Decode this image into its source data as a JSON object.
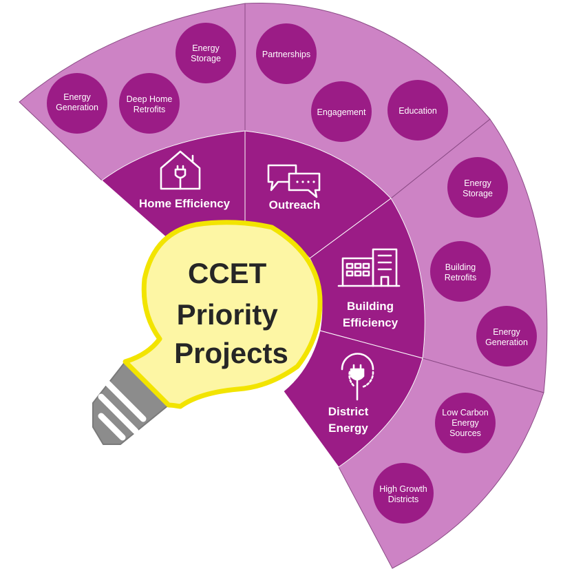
{
  "title": {
    "line1": "CCET",
    "line2": "Priority",
    "line3": "Projects"
  },
  "colors": {
    "outer": "#cd83c5",
    "inner": "#9b1c86",
    "bulb": "#fdf6a4",
    "bulb_outline": "#f2e400",
    "base": "#8c8c8c"
  },
  "sectors": [
    {
      "label": "Home Efficiency",
      "icon": "house-plug-icon",
      "items": [
        {
          "lines": [
            "Energy",
            "Generation"
          ]
        },
        {
          "lines": [
            "Deep Home",
            "Retrofits"
          ]
        },
        {
          "lines": [
            "Energy",
            "Storage"
          ]
        }
      ]
    },
    {
      "label": "Outreach",
      "icon": "chat-bubbles-icon",
      "items": [
        {
          "lines": [
            "Partnerships"
          ]
        },
        {
          "lines": [
            "Engagement"
          ]
        },
        {
          "lines": [
            "Education"
          ]
        }
      ]
    },
    {
      "label_lines": [
        "Building",
        "Efficiency"
      ],
      "icon": "buildings-icon",
      "items": [
        {
          "lines": [
            "Energy",
            "Storage"
          ]
        },
        {
          "lines": [
            "Building",
            "Retrofits"
          ]
        },
        {
          "lines": [
            "Energy",
            "Generation"
          ]
        }
      ]
    },
    {
      "label_lines": [
        "District",
        "Energy"
      ],
      "icon": "plug-icon",
      "items": [
        {
          "lines": [
            "Low Carbon",
            "Energy",
            "Sources"
          ]
        },
        {
          "lines": [
            "High Growth",
            "Districts"
          ]
        }
      ]
    }
  ]
}
